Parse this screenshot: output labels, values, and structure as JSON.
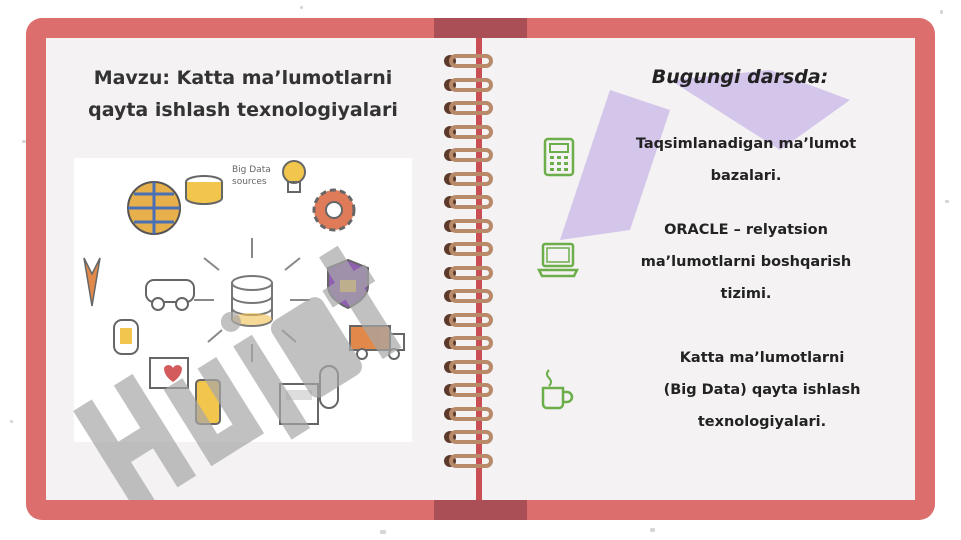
{
  "slide": {
    "title_lines": [
      "Mavzu: Katta ma’lumotlarni",
      "qayta ishlash  texnologiyalari"
    ],
    "right_heading": "Bugungi darsda:",
    "bullets": [
      {
        "icon": "calculator-icon",
        "lines": [
          "Taqsimlanadigan ma’lumot",
          "bazalari."
        ]
      },
      {
        "icon": "laptop-icon",
        "lines": [
          "ORACLE – relyatsion",
          "ma’lumotlarni boshqarish",
          "tizimi."
        ]
      },
      {
        "icon": "coffee-cup-icon",
        "lines": [
          "Katta ma’lumotlarni",
          "(Big Data) qayta ishlash",
          "texnologiyalari."
        ]
      }
    ],
    "illustration": {
      "caption_lines": [
        "Big Data",
        "sources"
      ]
    },
    "watermark_text": "Hujjat"
  },
  "colors": {
    "frame": "#dd6e6e",
    "page": "#f4f2f3",
    "spine": "#a94f55",
    "ring": "#b88a6a",
    "icon_green": "#6cae4a",
    "watermark_purple": "#c9b5e8",
    "watermark_gray": "#a7a7a7"
  }
}
